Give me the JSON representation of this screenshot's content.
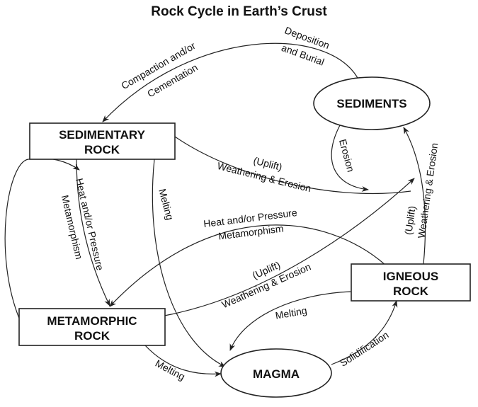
{
  "title": "Rock Cycle in Earth’s Crust",
  "nodes": {
    "sediments": "SEDIMENTS",
    "sedimentary_line1": "SEDIMENTARY",
    "sedimentary_line2": "ROCK",
    "igneous_line1": "IGNEOUS",
    "igneous_line2": "ROCK",
    "metamorphic_line1": "METAMORPHIC",
    "metamorphic_line2": "ROCK",
    "magma": "MAGMA"
  },
  "edges": {
    "deposition_1": "Deposition",
    "deposition_2": "and Burial",
    "compaction_1": "Compaction and/or",
    "compaction_2": "Cementation",
    "erosion": "Erosion",
    "uplift_sed_1": "(Uplift)",
    "uplift_sed_2": "Weathering & Erosion",
    "uplift_ign_1": "(Uplift)",
    "uplift_ign_2": "Weathering & Erosion",
    "uplift_meta_1": "(Uplift)",
    "uplift_meta_2": "Weathering & Erosion",
    "heat_top_1": "Heat and/or Pressure",
    "heat_top_2": "Metamorphism",
    "heat_left_1": "Heat and/or Pressure",
    "heat_left_2": "Metamorphism",
    "melting_sed": "Melting",
    "melting_ign": "Melting",
    "melting_meta": "Melting",
    "solidification": "Solidification"
  },
  "colors": {
    "ink": "#222222",
    "background": "#ffffff"
  }
}
